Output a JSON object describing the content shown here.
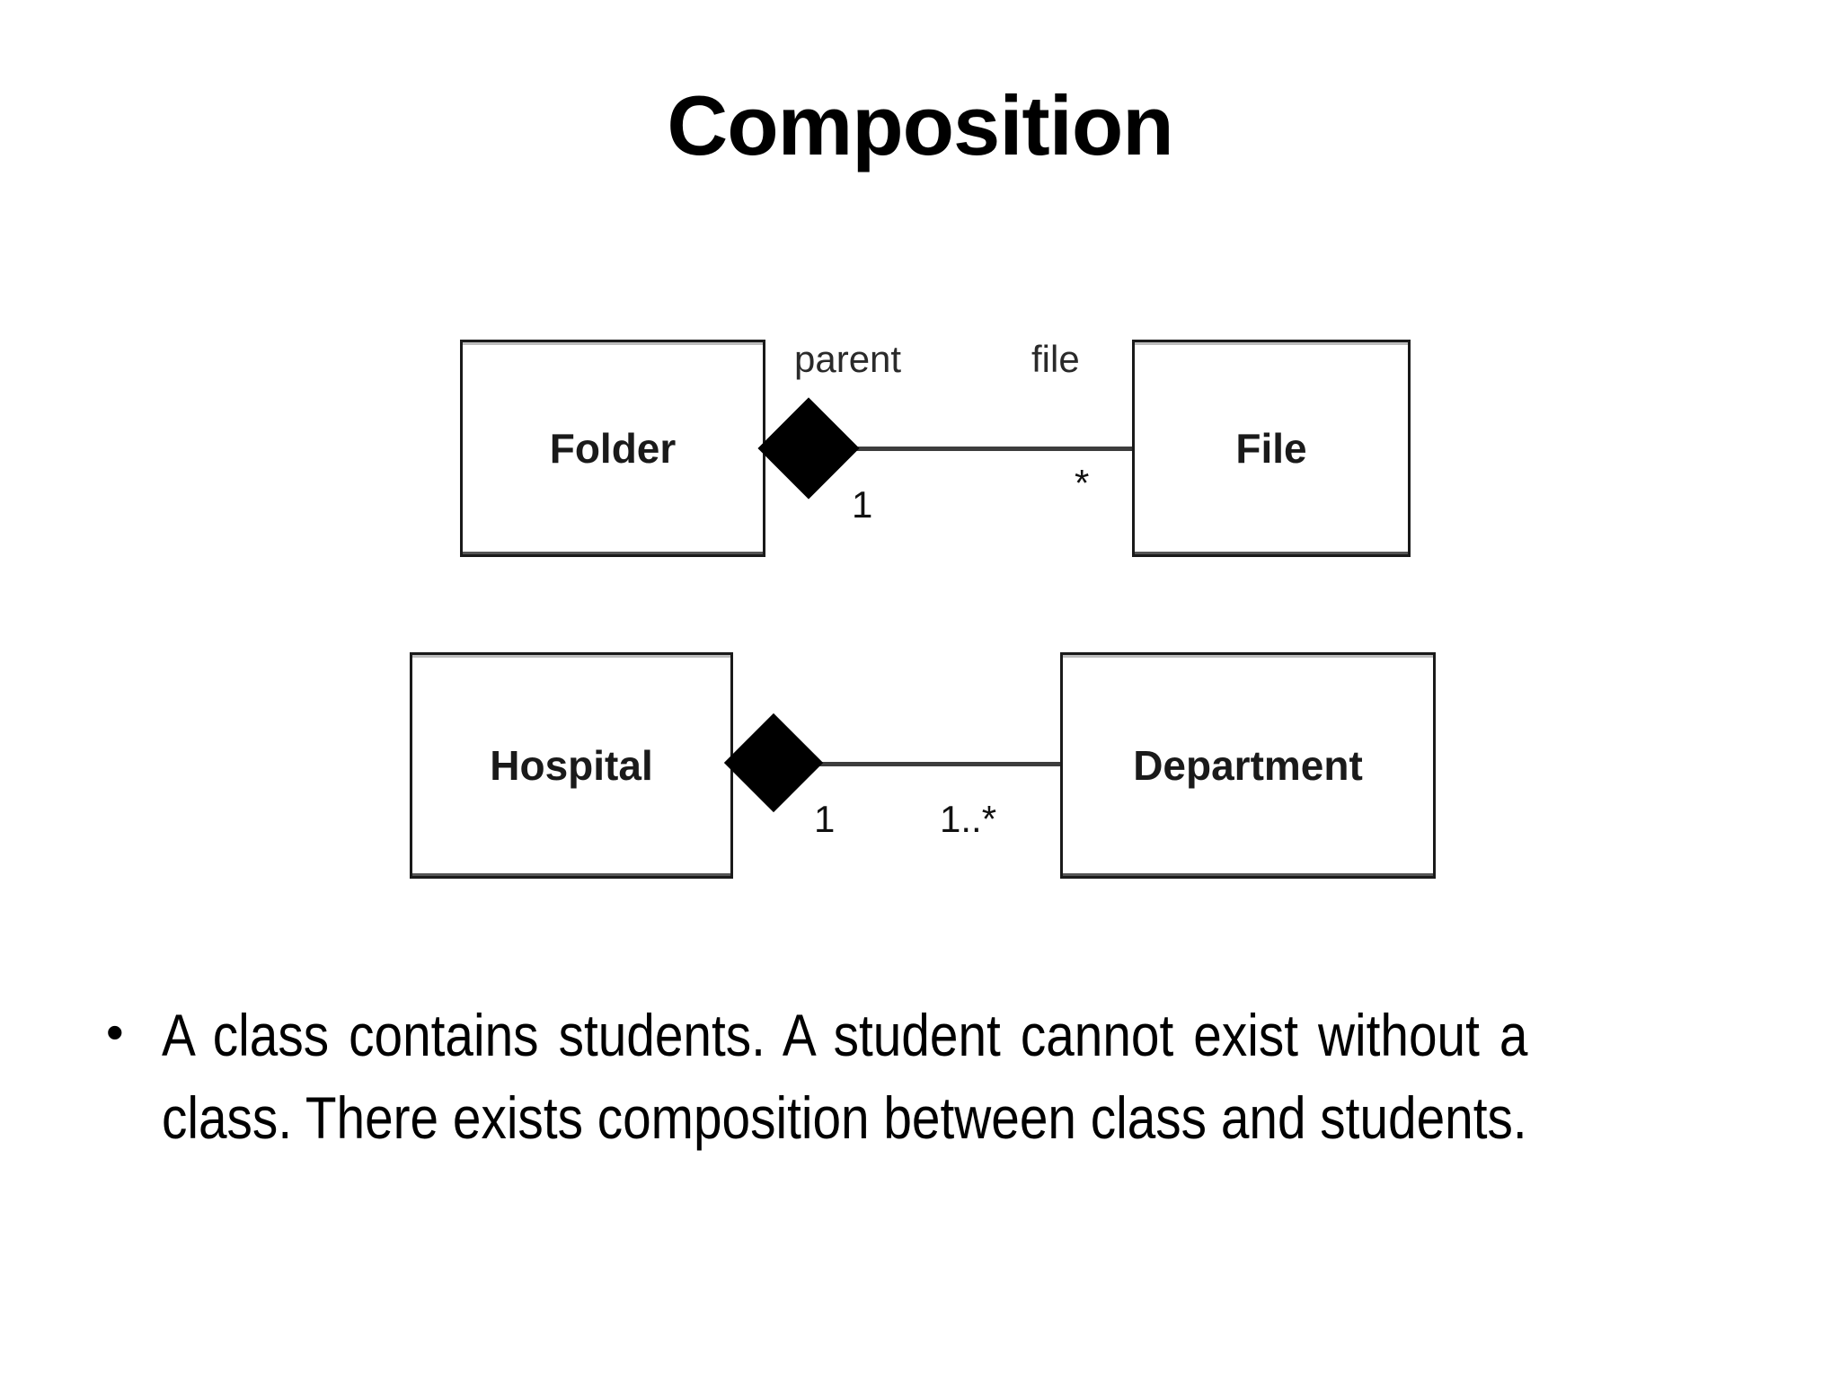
{
  "slide": {
    "title": "Composition",
    "background_color": "#ffffff",
    "text_color": "#000000"
  },
  "diagrams": [
    {
      "name": "folder-file-composition",
      "whole": {
        "label": "Folder"
      },
      "part": {
        "label": "File"
      },
      "role_labels": {
        "whole_side": "parent",
        "part_side": "file"
      },
      "multiplicities": {
        "whole_side": "1",
        "part_side": "*"
      },
      "relationship": "composition",
      "diamond_color": "#000000",
      "line_color": "#3d3d3d"
    },
    {
      "name": "hospital-department-composition",
      "whole": {
        "label": "Hospital"
      },
      "part": {
        "label": "Department"
      },
      "role_labels": {
        "whole_side": "",
        "part_side": ""
      },
      "multiplicities": {
        "whole_side": "1",
        "part_side": "1..*"
      },
      "relationship": "composition",
      "diamond_color": "#000000",
      "line_color": "#3d3d3d"
    }
  ],
  "body": {
    "bullets": [
      {
        "marker": "•",
        "text": "A class contains students. A student cannot exist without a class. There exists composition between class and students."
      }
    ]
  }
}
